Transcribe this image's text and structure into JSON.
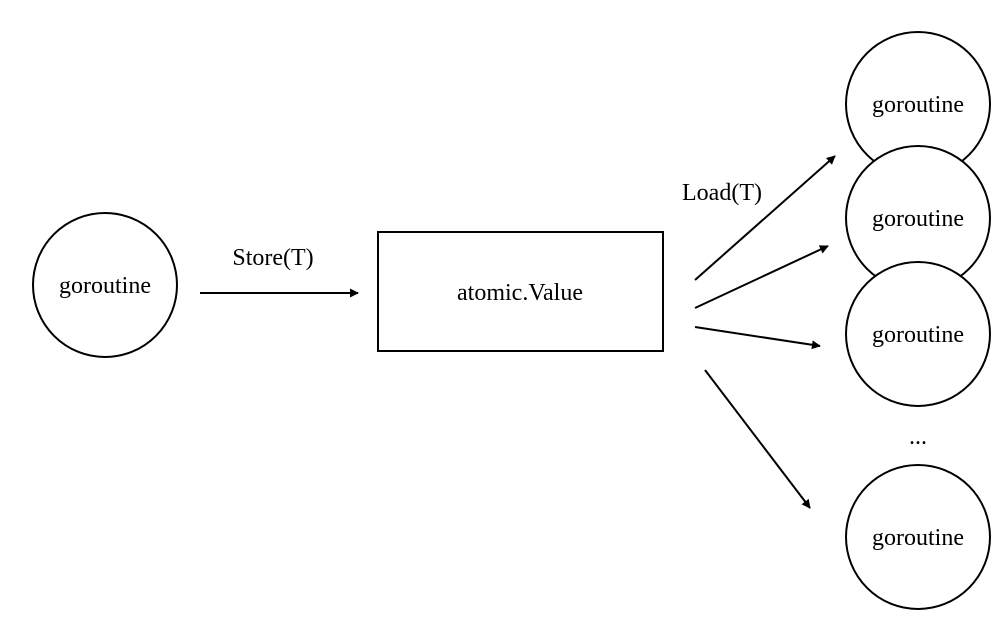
{
  "nodes": {
    "writer": {
      "label": "goroutine"
    },
    "value": {
      "label": "atomic.Value"
    },
    "readers": [
      {
        "label": "goroutine"
      },
      {
        "label": "goroutine"
      },
      {
        "label": "goroutine"
      },
      {
        "label": "goroutine"
      }
    ],
    "ellipsis": "..."
  },
  "edges": {
    "store": {
      "label": "Store(T)"
    },
    "load": {
      "label": "Load(T)"
    }
  }
}
